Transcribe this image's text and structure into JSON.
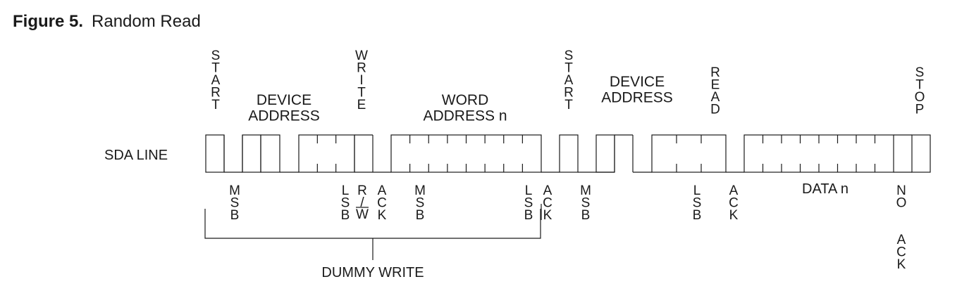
{
  "figure": {
    "number": "Figure 5.",
    "title": "Random Read"
  },
  "signal": {
    "label": "SDA LINE"
  },
  "top_labels": {
    "start1": "START",
    "device_address_1": "DEVICE\nADDRESS",
    "write": "WRITE",
    "word_address": "WORD\nADDRESS n",
    "start2": "START",
    "device_address_2": "DEVICE\nADDRESS",
    "read": "READ",
    "stop": "STOP"
  },
  "bottom_labels": {
    "msb1": "MSB",
    "lsb1": "LSB",
    "r": "R",
    "slash": "/",
    "w_bar": "W",
    "ack1": "ACK",
    "msb2": "MSB",
    "lsb2": "LSB",
    "ack2": "ACK",
    "msb3": "MSB",
    "lsb3": "LSB",
    "ack3": "ACK",
    "data": "DATA n",
    "no_ack": "NO\n\nACK"
  },
  "brace": {
    "label": "DUMMY WRITE"
  }
}
